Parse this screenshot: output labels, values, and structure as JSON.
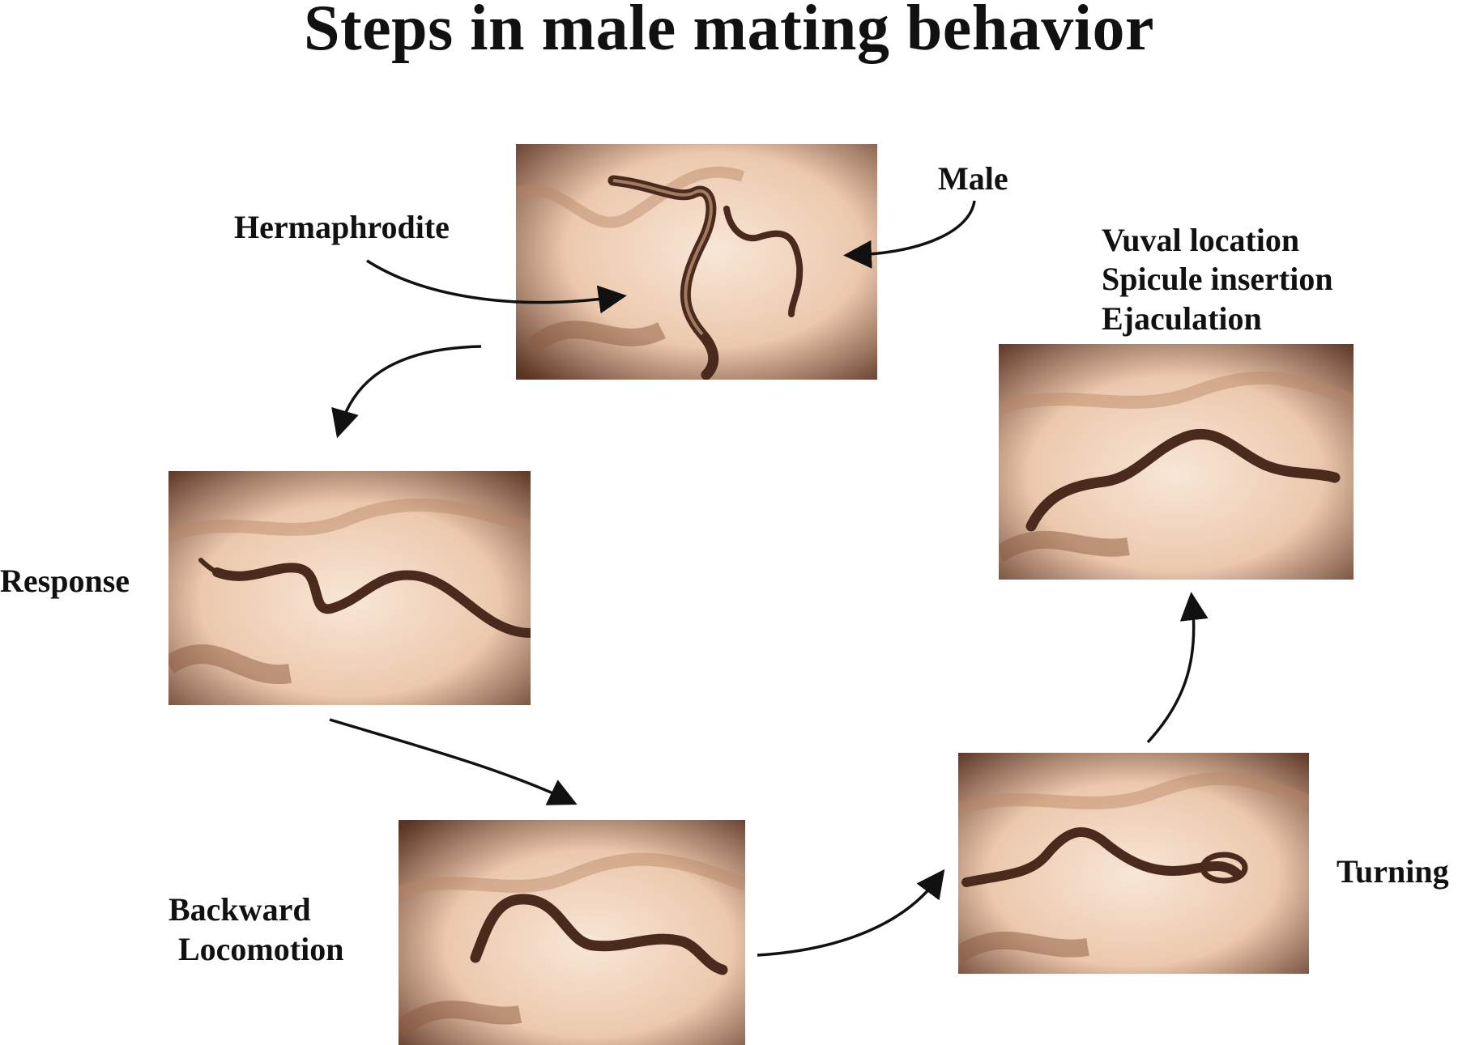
{
  "title": "Steps in male mating behavior",
  "labels": {
    "hermaphrodite": "Hermaphrodite",
    "male": "Male",
    "response": "Response",
    "backward_line1": "Backward",
    "backward_line2": "Locomotion",
    "turning": "Turning",
    "vulval_line1": "Vuval location",
    "vulval_line2": "Spicule insertion",
    "vulval_line3": "Ejaculation"
  },
  "colors": {
    "photo_light": "#f1d8c2",
    "photo_dark": "#5a3424",
    "worm": "#4a2a1c",
    "arrow": "#111111"
  }
}
